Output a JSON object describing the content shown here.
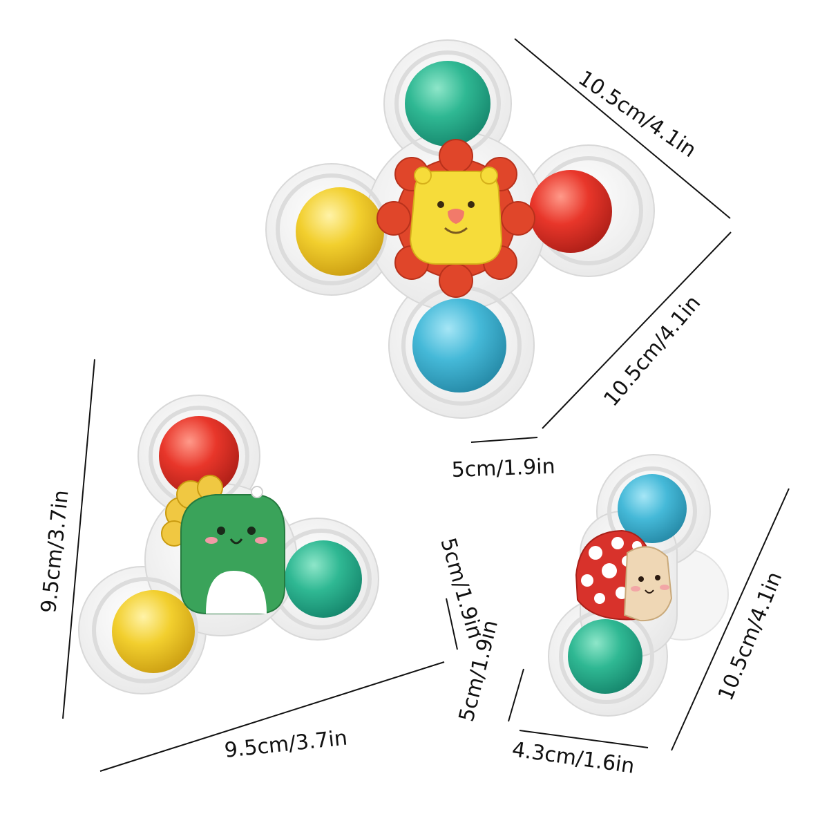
{
  "dimensions": {
    "lion_top": "10.5cm/4.1in",
    "lion_right": "10.5cm/4.1in",
    "lion_stem": "5cm/1.9in",
    "dino_left": "9.5cm/3.7in",
    "dino_bottom": "9.5cm/3.7in",
    "dino_stem": "5cm/1.9in",
    "mushroom_right": "10.5cm/4.1in",
    "mushroom_stem": "5cm/1.9in",
    "mushroom_bottom": "4.3cm/1.6in"
  },
  "colors": {
    "background": "#ffffff",
    "plastic": "#f2f2f2",
    "ring": "#e2e2e2",
    "teal": "#2fb893",
    "red": "#e8362a",
    "yellow": "#f2cf2e",
    "blue": "#45b9d8",
    "lion_mane": "#e0462a",
    "lion_face": "#f6dc3a",
    "dino_green": "#3aa35a",
    "dino_spikes": "#f0c842",
    "mushroom_cap": "#d8322b",
    "mushroom_face": "#efd7b5"
  },
  "icons": {
    "lion": "lion-face-icon",
    "dino": "dinosaur-icon",
    "mushroom": "mushroom-icon"
  }
}
